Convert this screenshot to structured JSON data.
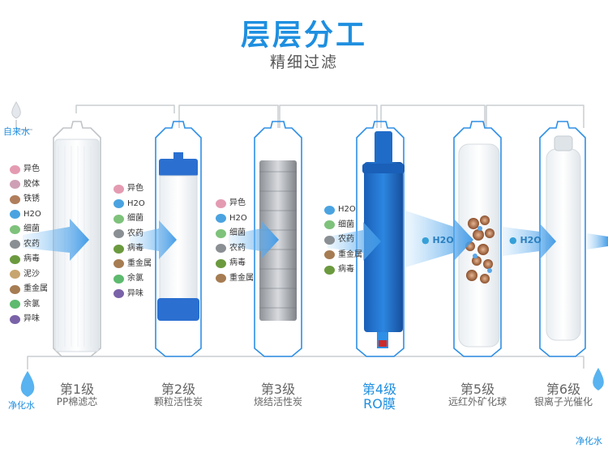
{
  "header": {
    "title": "层层分工",
    "subtitle": "精细过滤"
  },
  "labels": {
    "tap_water": "自来水",
    "purified_left": "净化水",
    "purified_right": "净化水"
  },
  "colors": {
    "accent": "#1e8fe0",
    "pipe": "#2e8fe6",
    "arrow": "#4aa6ef",
    "gray_text": "#666666"
  },
  "stages": [
    {
      "num": "第1级",
      "name": "PP棉滤芯"
    },
    {
      "num": "第2级",
      "name": "颗粒活性炭"
    },
    {
      "num": "第3级",
      "name": "烧结活性炭"
    },
    {
      "num": "第4级",
      "name": "RO膜"
    },
    {
      "num": "第5级",
      "name": "远红外矿化球"
    },
    {
      "num": "第6级",
      "name": "银离子光催化"
    }
  ],
  "contaminants": {
    "stage1": [
      "异色",
      "胶体",
      "铁锈",
      "H2O",
      "细菌",
      "农药",
      "病毒",
      "泥沙",
      "重金属",
      "余氯",
      "异味"
    ],
    "stage2": [
      "异色",
      "H2O",
      "细菌",
      "农药",
      "病毒",
      "重金属",
      "余氯",
      "异味"
    ],
    "stage3": [
      "异色",
      "H2O",
      "细菌",
      "农药",
      "病毒",
      "重金属"
    ],
    "stage4": [
      "H2O",
      "细菌",
      "农药",
      "重金属",
      "病毒"
    ]
  },
  "flow": {
    "stage5_in": "H2O",
    "stage6_in": "H2O"
  }
}
